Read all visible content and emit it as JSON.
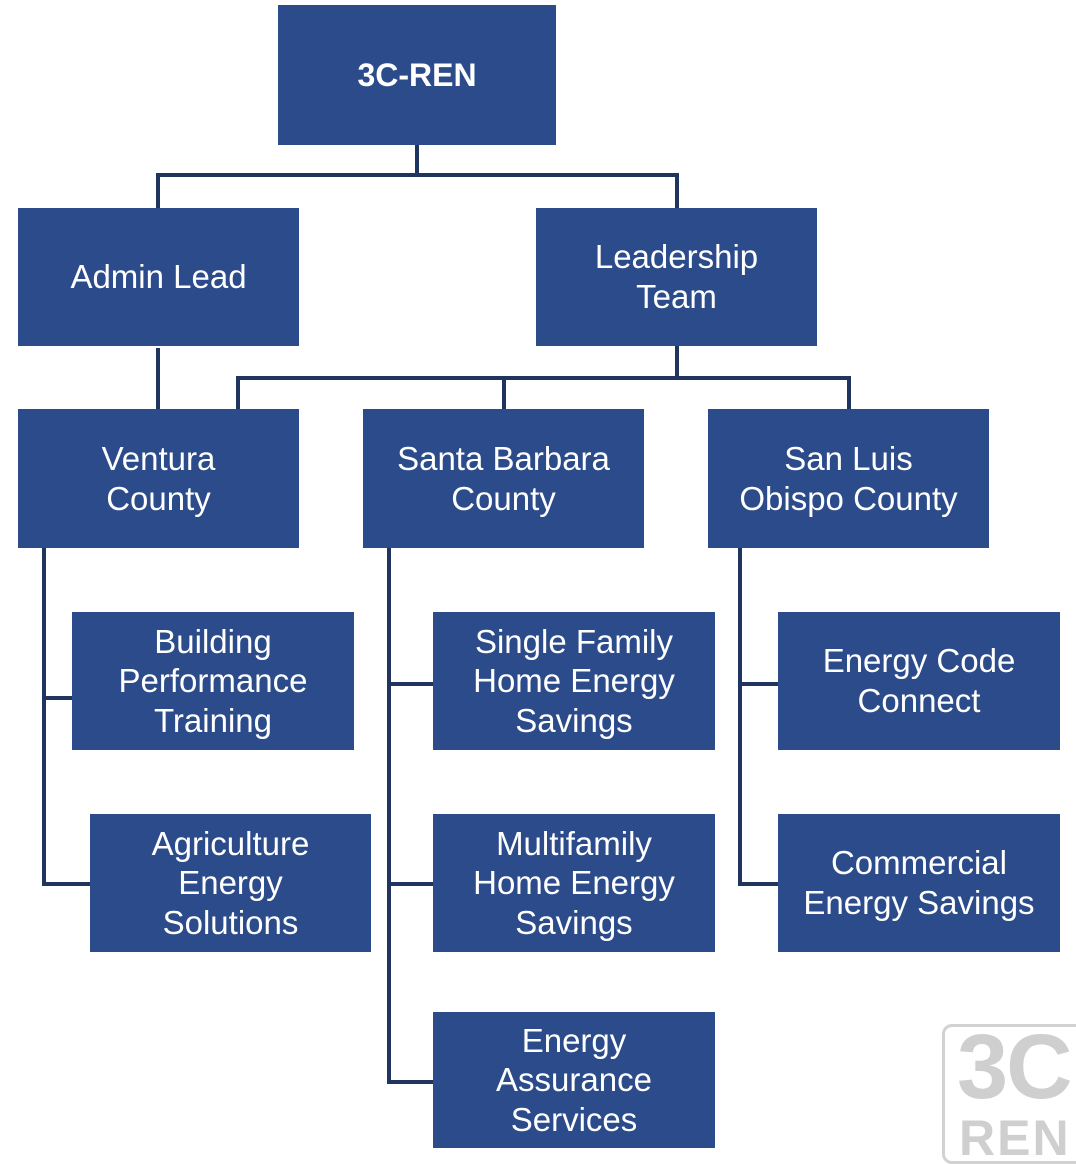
{
  "colors": {
    "box_fill": "#2b4b8a",
    "connector": "#1f355f",
    "box_text": "#ffffff",
    "watermark": "#cfcfcf"
  },
  "root": {
    "label": "3C-REN"
  },
  "level1": [
    {
      "lines": [
        "Admin Lead"
      ]
    },
    {
      "lines": [
        "Leadership",
        "Team"
      ]
    }
  ],
  "counties": [
    {
      "lines": [
        "Ventura",
        "County"
      ]
    },
    {
      "lines": [
        "Santa Barbara",
        "County"
      ]
    },
    {
      "lines": [
        "San Luis",
        "Obispo County"
      ]
    }
  ],
  "programs": {
    "ventura": [
      {
        "lines": [
          "Building",
          "Performance",
          "Training"
        ]
      },
      {
        "lines": [
          "Agriculture",
          "Energy",
          "Solutions"
        ]
      }
    ],
    "santa_barbara": [
      {
        "lines": [
          "Single Family",
          "Home Energy",
          "Savings"
        ]
      },
      {
        "lines": [
          "Multifamily",
          "Home Energy",
          "Savings"
        ]
      },
      {
        "lines": [
          "Energy",
          "Assurance",
          "Services"
        ]
      }
    ],
    "san_luis_obispo": [
      {
        "lines": [
          "Energy Code",
          "Connect"
        ]
      },
      {
        "lines": [
          "Commercial",
          "Energy Savings"
        ]
      }
    ]
  },
  "watermark": {
    "line1": "3C",
    "line2": "REN"
  }
}
